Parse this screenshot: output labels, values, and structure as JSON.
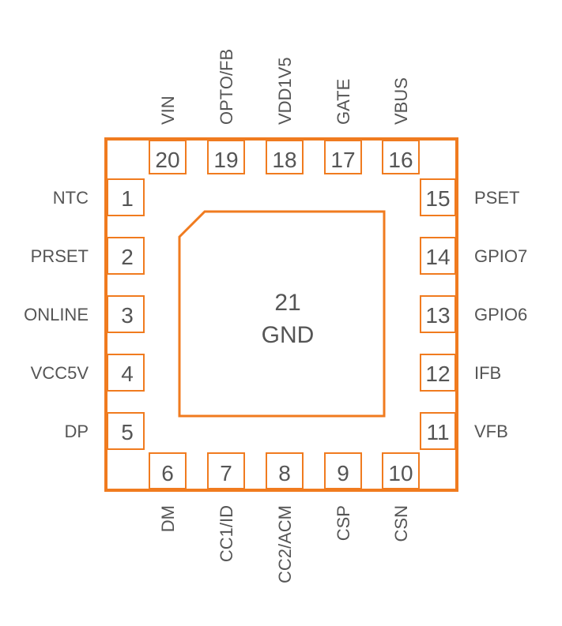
{
  "colors": {
    "accent": "#f07b1f",
    "text": "#555555",
    "background": "#ffffff"
  },
  "package": {
    "pins": {
      "left": [
        {
          "number": "1",
          "label": "NTC"
        },
        {
          "number": "2",
          "label": "PRSET"
        },
        {
          "number": "3",
          "label": "ONLINE"
        },
        {
          "number": "4",
          "label": "VCC5V"
        },
        {
          "number": "5",
          "label": "DP"
        }
      ],
      "bottom": [
        {
          "number": "6",
          "label": "DM"
        },
        {
          "number": "7",
          "label": "CC1/ID"
        },
        {
          "number": "8",
          "label": "CC2/ACM"
        },
        {
          "number": "9",
          "label": "CSP"
        },
        {
          "number": "10",
          "label": "CSN"
        }
      ],
      "right": [
        {
          "number": "11",
          "label": "VFB"
        },
        {
          "number": "12",
          "label": "IFB"
        },
        {
          "number": "13",
          "label": "GPIO6"
        },
        {
          "number": "14",
          "label": "GPIO7"
        },
        {
          "number": "15",
          "label": "PSET"
        }
      ],
      "top": [
        {
          "number": "16",
          "label": "VBUS"
        },
        {
          "number": "17",
          "label": "GATE"
        },
        {
          "number": "18",
          "label": "VDD1V5"
        },
        {
          "number": "19",
          "label": "OPTO/FB"
        },
        {
          "number": "20",
          "label": "VIN"
        }
      ]
    },
    "exposed_pad": {
      "number": "21",
      "label": "GND"
    }
  }
}
